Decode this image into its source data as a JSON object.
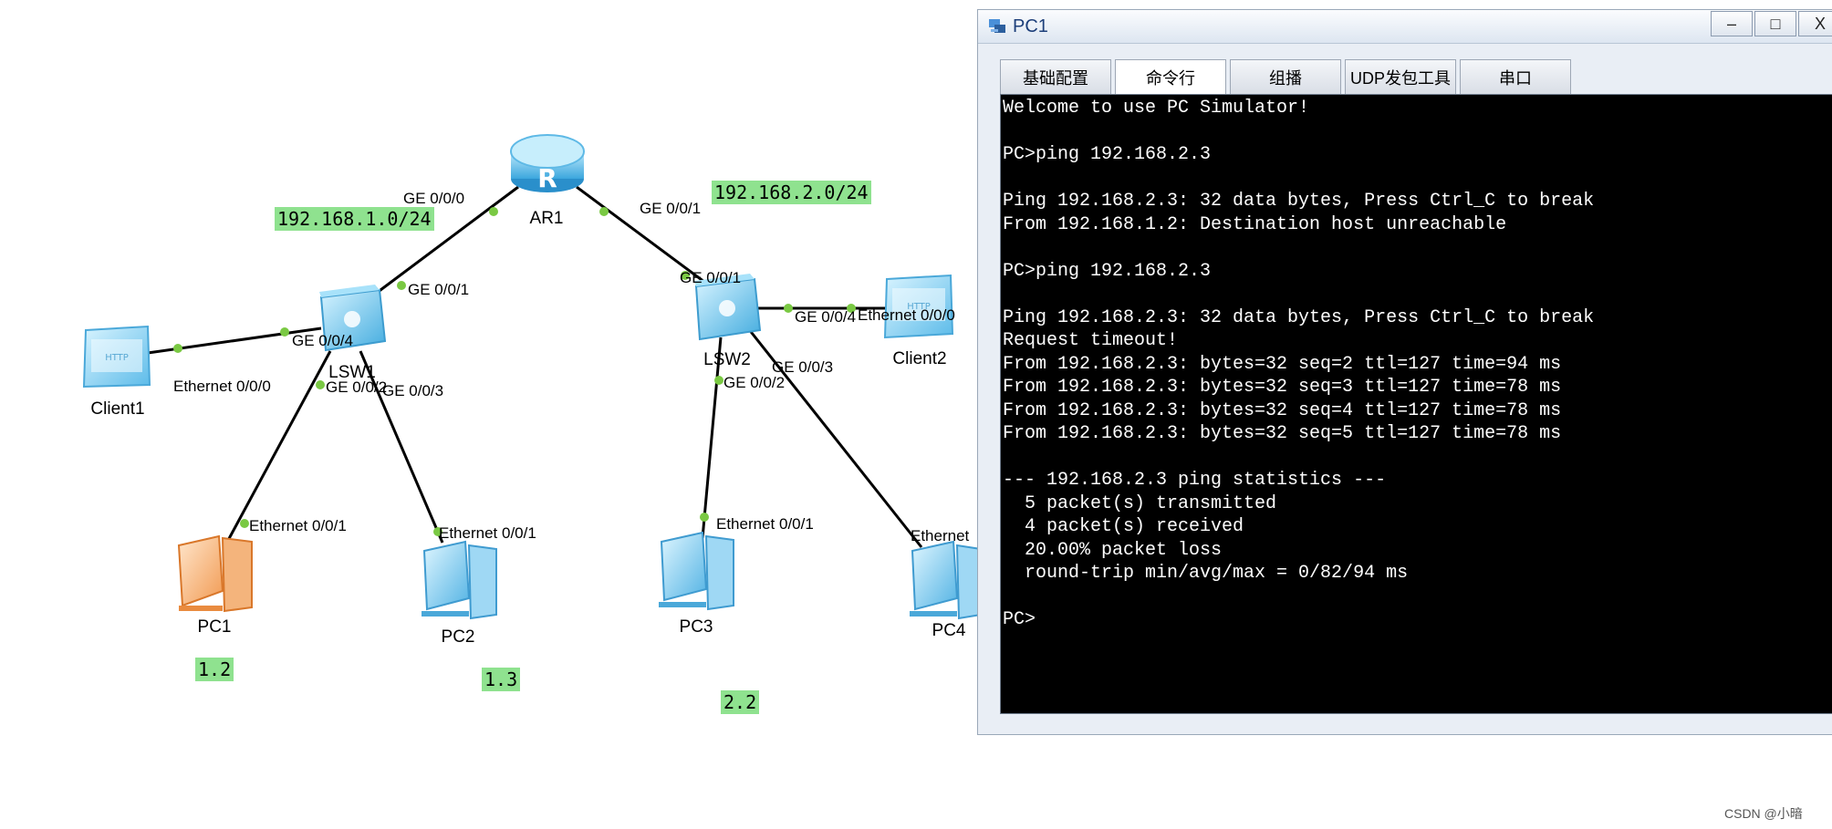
{
  "topology": {
    "devices": {
      "ar1": "AR1",
      "lsw1": "LSW1",
      "lsw2": "LSW2",
      "client1": "Client1",
      "client2": "Client2",
      "pc1": "PC1",
      "pc2": "PC2",
      "pc3": "PC3",
      "pc4": "PC4"
    },
    "ports": {
      "ar1_ge000": "GE 0/0/0",
      "ar1_ge001": "GE 0/0/1",
      "lsw1_ge001": "GE 0/0/1",
      "lsw1_ge004": "GE 0/0/4",
      "lsw1_ge002": "GE 0/0/2",
      "lsw1_ge003": "GE 0/0/3",
      "lsw2_ge001": "GE 0/0/1",
      "lsw2_ge004": "GE 0/0/4",
      "lsw2_ge002": "GE 0/0/2",
      "lsw2_ge003": "GE 0/0/3",
      "client1_eth": "Ethernet 0/0/0",
      "client2_eth": "Ethernet 0/0/0",
      "pc1_eth": "Ethernet 0/0/1",
      "pc2_eth": "Ethernet 0/0/1",
      "pc3_eth": "Ethernet 0/0/1",
      "pc4_eth": "Ethernet"
    },
    "networks": {
      "net1": "192.168.1.0/24",
      "net2": "192.168.2.0/24"
    },
    "host_tags": {
      "pc1": "1.2",
      "pc2": "1.3",
      "pc3": "2.2"
    },
    "colors": {
      "tag_green": "#8fe28f",
      "port_dot": "#7ac943",
      "link": "#000000"
    }
  },
  "window": {
    "title": "PC1",
    "controls": {
      "minimize": "–",
      "maximize": "□",
      "close": "X"
    },
    "tabs": [
      "基础配置",
      "命令行",
      "组播",
      "UDP发包工具",
      "串口"
    ],
    "active_tab": "命令行",
    "terminal_lines": [
      "Welcome to use PC Simulator!",
      "",
      "PC>ping 192.168.2.3",
      "",
      "Ping 192.168.2.3: 32 data bytes, Press Ctrl_C to break",
      "From 192.168.1.2: Destination host unreachable",
      "",
      "PC>ping 192.168.2.3",
      "",
      "Ping 192.168.2.3: 32 data bytes, Press Ctrl_C to break",
      "Request timeout!",
      "From 192.168.2.3: bytes=32 seq=2 ttl=127 time=94 ms",
      "From 192.168.2.3: bytes=32 seq=3 ttl=127 time=78 ms",
      "From 192.168.2.3: bytes=32 seq=4 ttl=127 time=78 ms",
      "From 192.168.2.3: bytes=32 seq=5 ttl=127 time=78 ms",
      "",
      "--- 192.168.2.3 ping statistics ---",
      "  5 packet(s) transmitted",
      "  4 packet(s) received",
      "  20.00% packet loss",
      "  round-trip min/avg/max = 0/82/94 ms",
      "",
      "PC>"
    ],
    "terminal_colors": {
      "bg": "#000000",
      "fg": "#ffffff"
    }
  },
  "watermark": "CSDN @小暗"
}
